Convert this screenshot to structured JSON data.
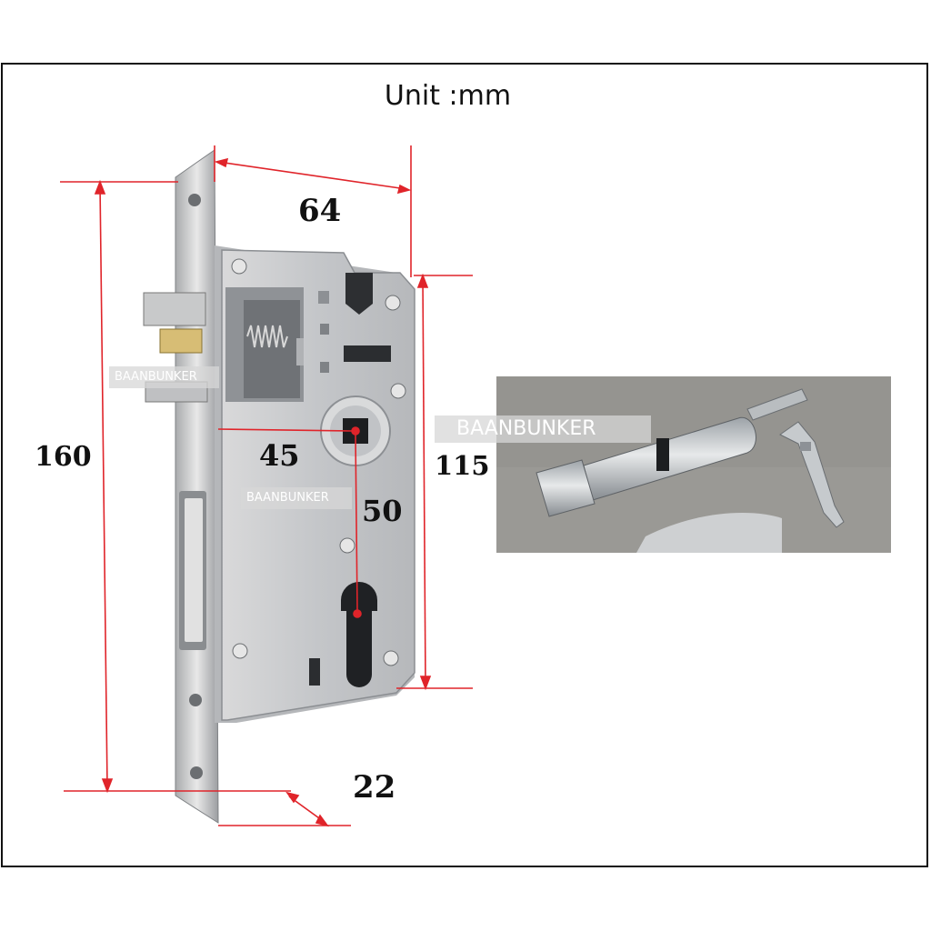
{
  "title": "Unit :mm",
  "dimensions": {
    "width": "64",
    "height": "160",
    "backset": "45",
    "center_distance": "50",
    "faceplate_height": "115",
    "faceplate_width": "22"
  },
  "watermark": "BAANBUNKER",
  "colors": {
    "dimension_line": "#e0242a",
    "metal": "#c9cbce",
    "frame": "#111111"
  }
}
